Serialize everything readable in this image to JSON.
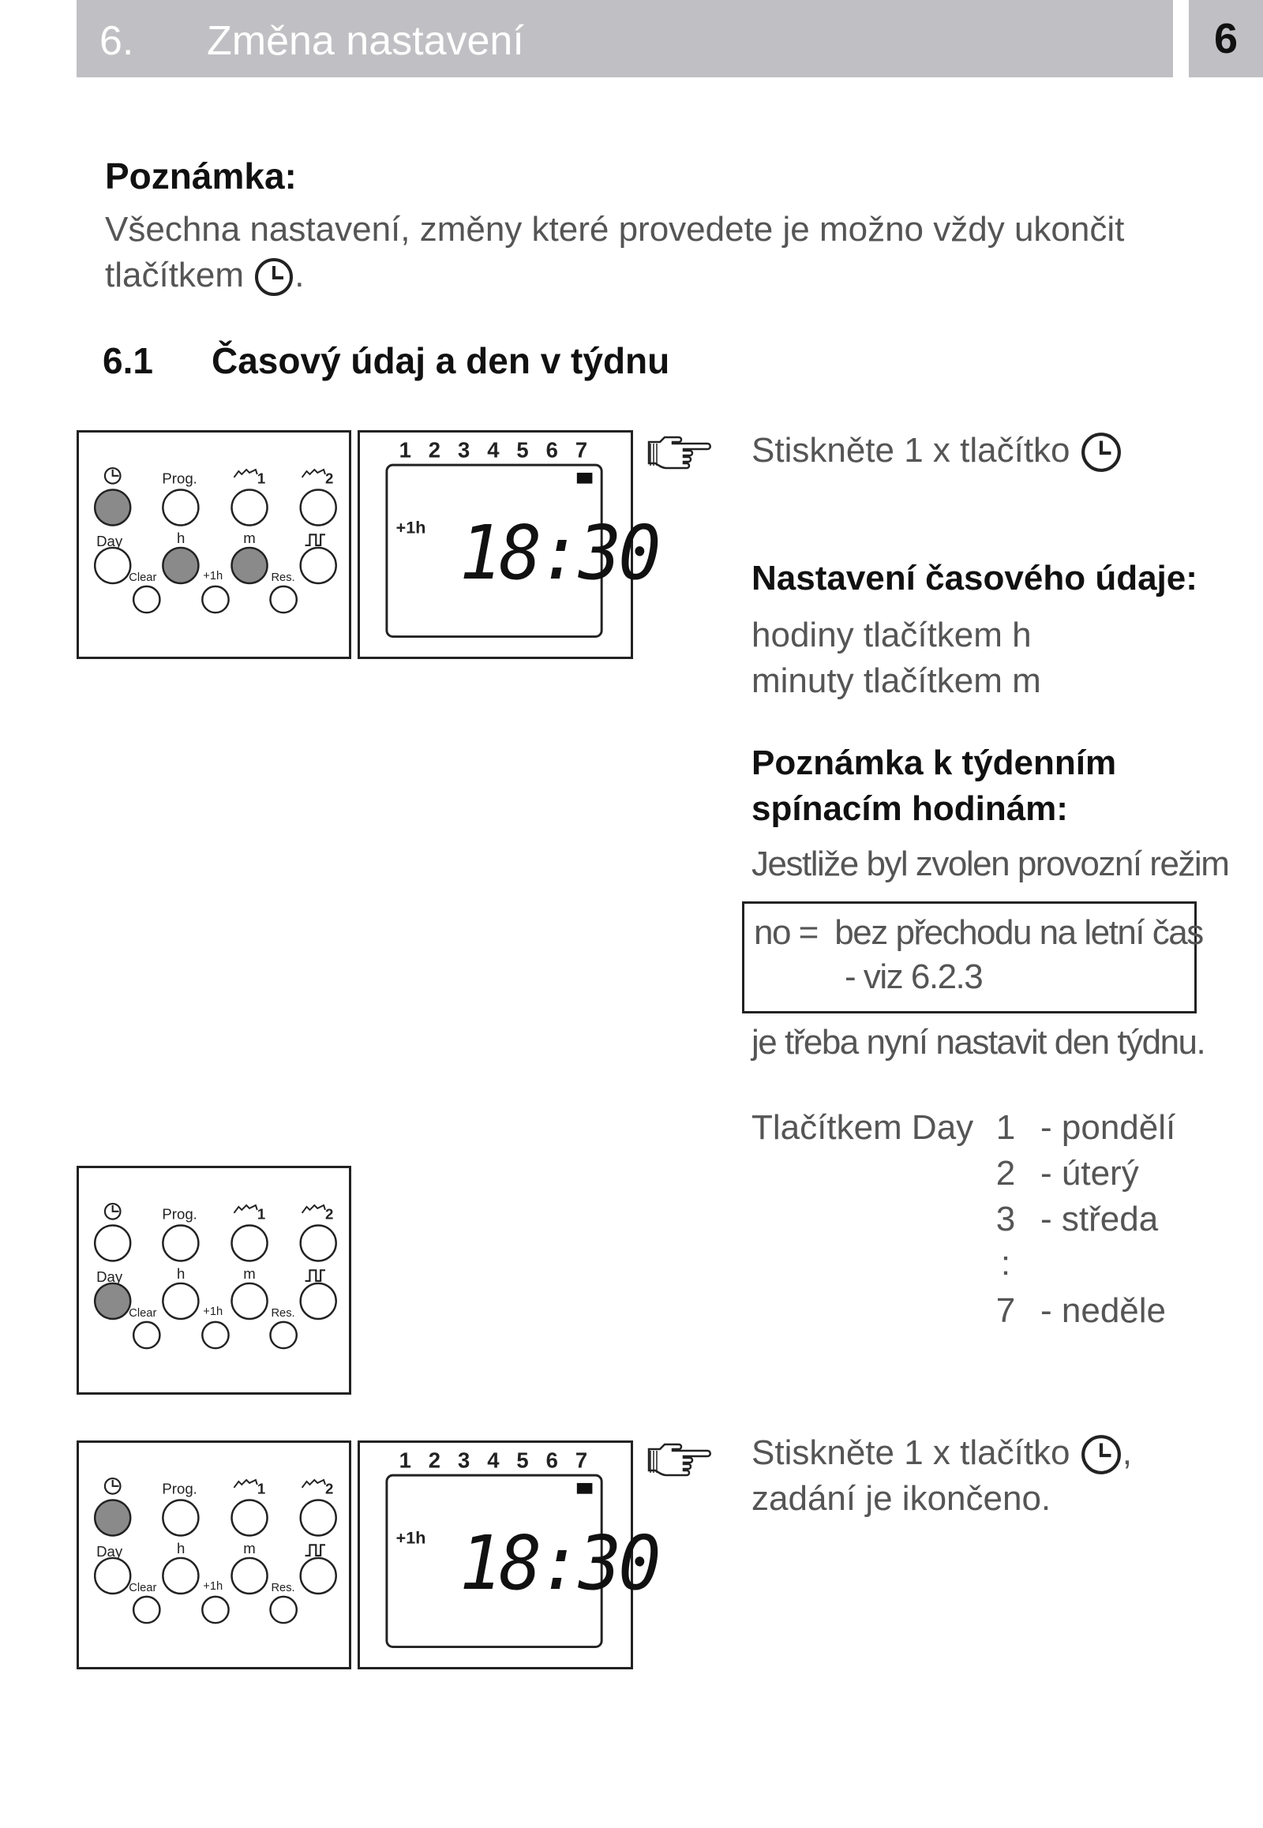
{
  "header": {
    "section_number": "6.",
    "title": "Změna nastavení",
    "page_tab": "6"
  },
  "note": {
    "title": "Poznámka:",
    "text_line1": "Všechna nastavení, změny které provedete je možno vždy ukončit",
    "text_line2": "tlačítkem",
    "text_end": "."
  },
  "section": {
    "number": "6.1",
    "title": "Časový údaj a den v týdnu"
  },
  "keypad": {
    "labels": {
      "clock": "",
      "prog": "Prog.",
      "ch1": "1",
      "ch2": "2",
      "day": "Day",
      "h": "h",
      "m": "m",
      "clear": "Clear",
      "plus1h": "+1h",
      "res": "Res."
    }
  },
  "lcd": {
    "days": [
      "1",
      "2",
      "3",
      "4",
      "5",
      "6",
      "7"
    ],
    "dst": "+1h",
    "time": "18:30"
  },
  "step1": {
    "text": "Stiskněte 1 x tlačítko"
  },
  "setting": {
    "title": "Nastavení časového údaje:",
    "line1": "hodiny tlačítkem h",
    "line2": "minuty tlačítkem m"
  },
  "weekly_note": {
    "title_line1": "Poznámka k týdenním",
    "title_line2": "spínacím hodinám:",
    "text": "Jestliže byl zvolen provozní režim",
    "box_line1": "no =  bez přechodu na letní čas",
    "box_line2": "- viz 6.2.3",
    "after": "je třeba nyní nastavit den týdnu."
  },
  "day_list": {
    "prefix": "Tlačítkem Day",
    "items": [
      {
        "n": "1",
        "name": "- pondělí"
      },
      {
        "n": "2",
        "name": "- úterý"
      },
      {
        "n": "3",
        "name": "- středa"
      },
      {
        "n": ":",
        "name": ""
      },
      {
        "n": "7",
        "name": "- neděle"
      }
    ]
  },
  "step2": {
    "line1": "Stiskněte 1 x tlačítko",
    "line1_end": ",",
    "line2": "zadání je ikončeno."
  },
  "colors": {
    "header_bar": "#c0c0c4",
    "pressed_button": "#8a8a8a",
    "text_gray": "#555555"
  }
}
